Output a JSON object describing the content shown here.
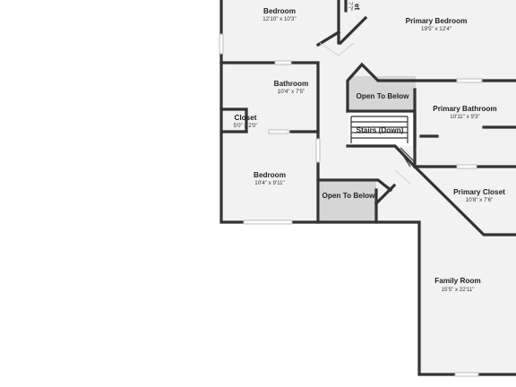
{
  "rooms": [
    {
      "id": "bedroom-top",
      "name": "Bedroom",
      "dim": "12'10\" x 10'3\""
    },
    {
      "id": "primary-bedroom",
      "name": "Primary Bedroom",
      "dim": "19'5\" x 12'4\""
    },
    {
      "id": "bathroom",
      "name": "Bathroom",
      "dim": "10'4\" x 7'5\""
    },
    {
      "id": "open-below-1",
      "name": "Open To Below",
      "dim": ""
    },
    {
      "id": "primary-bathroom",
      "name": "Primary Bathroom",
      "dim": "10'11\" x 9'3\""
    },
    {
      "id": "closet",
      "name": "Closet",
      "dim": "5'0\" x 2'0\""
    },
    {
      "id": "stairs",
      "name": "Stairs (Down)",
      "dim": ""
    },
    {
      "id": "bedroom-bottom",
      "name": "Bedroom",
      "dim": "10'4\" x 9'11\""
    },
    {
      "id": "primary-closet",
      "name": "Primary Closet",
      "dim": "10'8\" x 7'6\""
    },
    {
      "id": "open-below-2",
      "name": "Open To Below",
      "dim": ""
    },
    {
      "id": "family-room",
      "name": "Family Room",
      "dim": "15'5\" x 22'11\""
    }
  ],
  "cutoff_label": {
    "top": "et",
    "bottom": "7'7\""
  },
  "colors": {
    "wall": "#333333",
    "floor": "#f2f2f2",
    "open_area": "#d6d6d6"
  }
}
